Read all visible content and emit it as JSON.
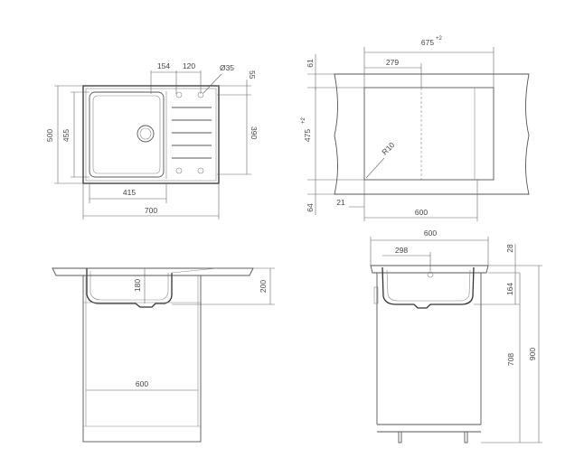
{
  "top_view": {
    "dims": {
      "d154": "154",
      "d120": "120",
      "d35": "Ø35",
      "d55": "55",
      "d500": "500",
      "d455": "455",
      "d390": "390",
      "d415": "415",
      "d700": "700"
    }
  },
  "cutout_view": {
    "dims": {
      "d675": "675",
      "d675_tol": "+2",
      "d61": "61",
      "d279": "279",
      "d475": "475",
      "d475_tol": "+2",
      "r10": "R10",
      "d21": "21",
      "d64": "64",
      "d600": "600"
    }
  },
  "front_section": {
    "dims": {
      "d180": "180",
      "d200": "200",
      "d600": "600"
    }
  },
  "side_section": {
    "dims": {
      "d600": "600",
      "d298": "298",
      "d28": "28",
      "d164": "164",
      "d708": "708",
      "d900": "900"
    }
  }
}
